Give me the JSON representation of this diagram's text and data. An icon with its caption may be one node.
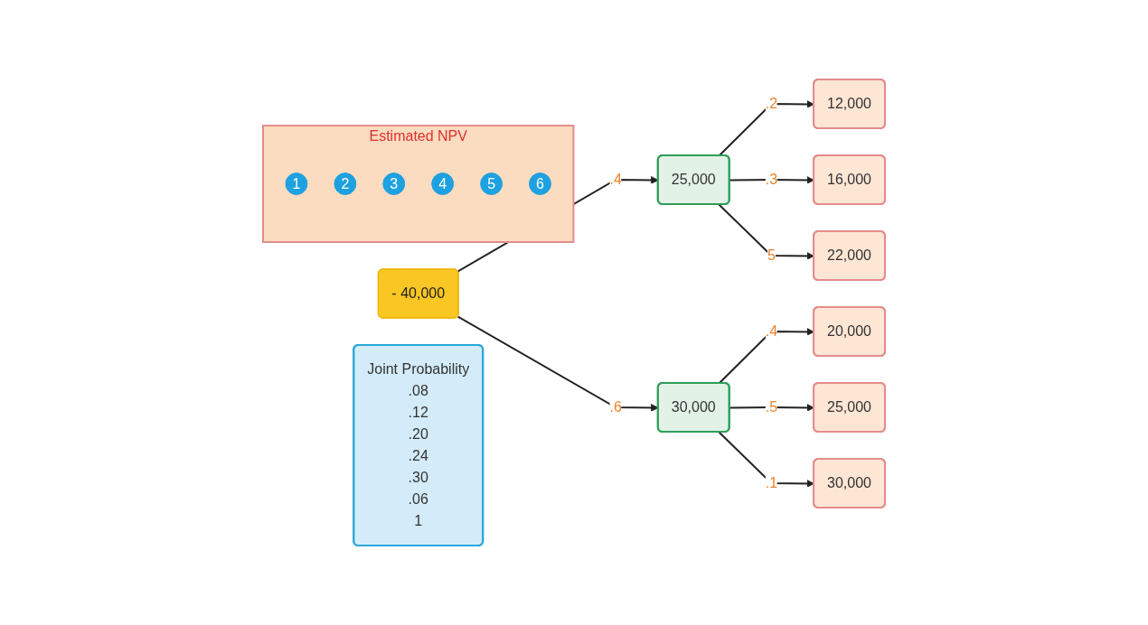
{
  "diagram": {
    "nodes": [
      {
        "text": [
          "- 40,000"
        ]
      },
      {
        "text": [
          "25,000"
        ]
      },
      {
        "text": [
          "30,000"
        ]
      },
      {
        "text": [
          "12,000"
        ]
      },
      {
        "text": [
          "16,000"
        ]
      },
      {
        "text": [
          "22,000"
        ]
      },
      {
        "text": [
          "20,000"
        ]
      },
      {
        "text": [
          "25,000"
        ]
      },
      {
        "text": [
          "30,000"
        ]
      },
      {
        "text": [
          "Estimated NPV"
        ]
      },
      {
        "text": [
          "1"
        ],
        "in": 9
      },
      {
        "text": [
          "2"
        ],
        "in": 9
      },
      {
        "text": [
          "3"
        ],
        "in": 9
      },
      {
        "text": [
          "4"
        ],
        "in": 9
      },
      {
        "text": [
          "5"
        ],
        "in": 9
      },
      {
        "text": [
          "6"
        ],
        "in": 9
      },
      {
        "text": [
          "Joint Probability",
          ".08",
          ".12",
          ".20",
          ".24",
          ".30",
          ".06",
          "1"
        ]
      }
    ],
    "edges": [
      {
        "from": 0,
        "to": 1,
        "arrow": "to",
        "label": ".4"
      },
      {
        "from": 0,
        "to": 2,
        "arrow": "to",
        "label": ".6"
      },
      {
        "from": 1,
        "to": 3,
        "arrow": "to",
        "label": ".2"
      },
      {
        "from": 1,
        "to": 4,
        "arrow": "to",
        "label": ".3"
      },
      {
        "from": 1,
        "to": 5,
        "arrow": "to",
        "label": "5"
      },
      {
        "from": 2,
        "to": 6,
        "arrow": "to",
        "label": ".4"
      },
      {
        "from": 2,
        "to": 7,
        "arrow": "to",
        "label": ".5"
      },
      {
        "from": 2,
        "to": 8,
        "arrow": "to",
        "label": ".1"
      }
    ]
  }
}
